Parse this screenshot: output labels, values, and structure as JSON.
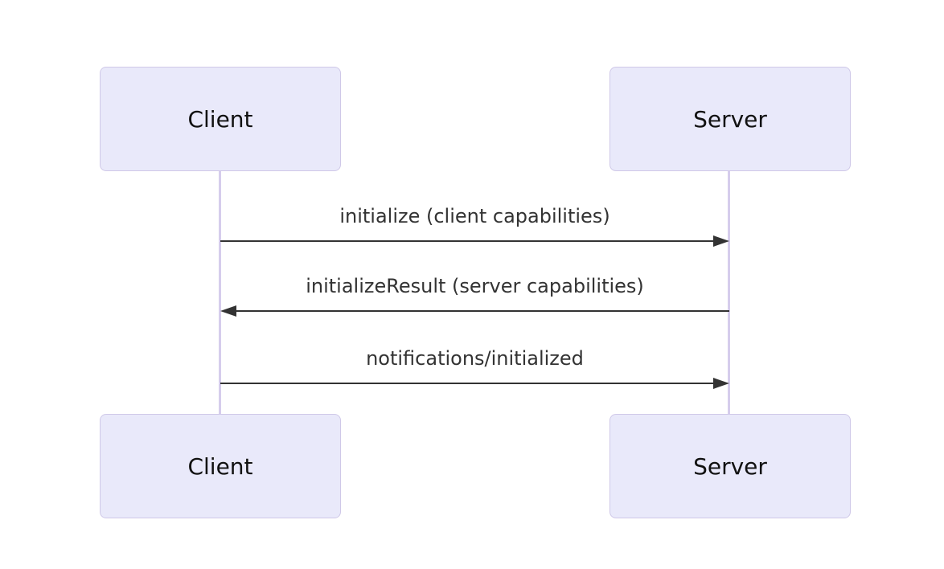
{
  "diagram": {
    "type": "sequence-diagram",
    "colors": {
      "background": "#ffffff",
      "actor_fill": "#e9e9fa",
      "actor_border": "#cfc8e8",
      "lifeline": "#d6cdec",
      "arrow": "#333333",
      "actor_text": "#111111",
      "message_text": "#333333"
    },
    "actors": [
      {
        "id": "client",
        "label": "Client"
      },
      {
        "id": "server",
        "label": "Server"
      }
    ],
    "messages": [
      {
        "from": "client",
        "to": "server",
        "direction": "right",
        "arrow_style": "solid",
        "label": "initialize (client capabilities)"
      },
      {
        "from": "server",
        "to": "client",
        "direction": "left",
        "arrow_style": "solid",
        "label": "initializeResult (server capabilities)"
      },
      {
        "from": "client",
        "to": "server",
        "direction": "right",
        "arrow_style": "solid",
        "label": "notifications/initialized"
      }
    ]
  }
}
